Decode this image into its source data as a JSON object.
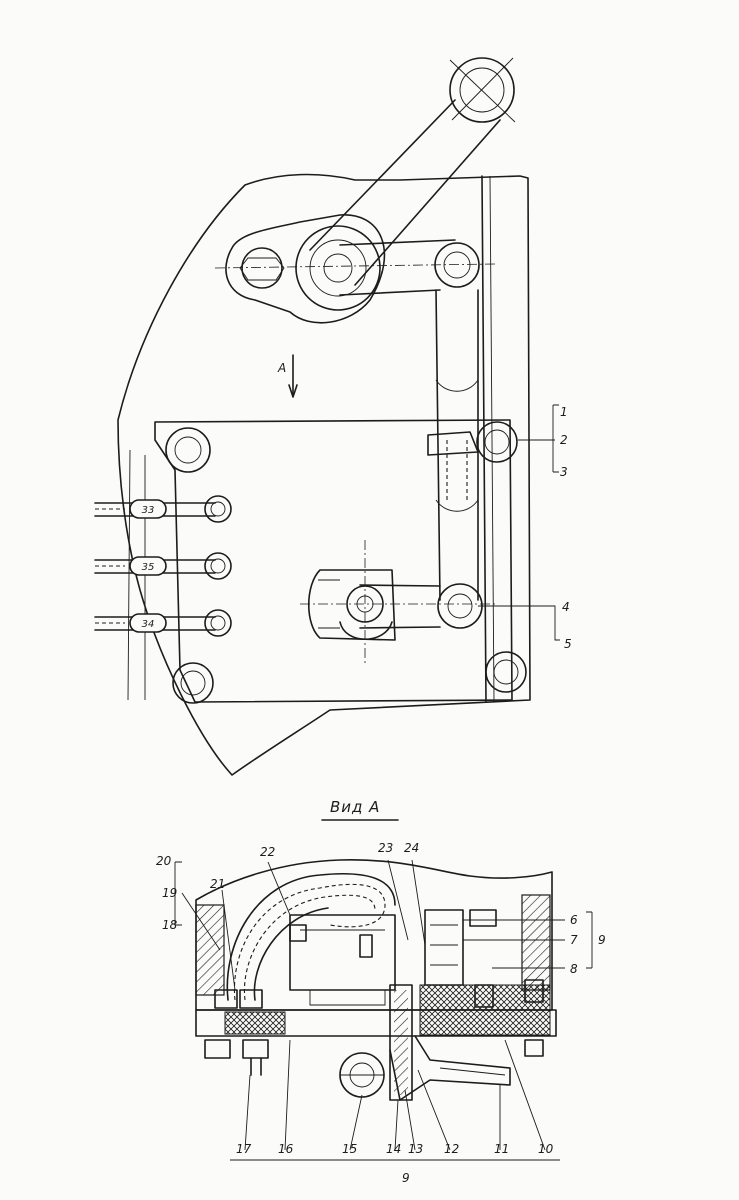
{
  "view_label": "A",
  "section_title": "Вид А",
  "wire_tags": [
    "33",
    "35",
    "34"
  ],
  "callouts_top": [
    "1",
    "2",
    "3",
    "4",
    "5"
  ],
  "callouts_bottom": {
    "left_bracket": [
      "20",
      "19",
      "18",
      "21"
    ],
    "top": [
      "22",
      "23",
      "24"
    ],
    "right_bracket": [
      "6",
      "7",
      "8",
      "9"
    ],
    "bottom_row": [
      "17",
      "16",
      "15",
      "14",
      "13",
      "12",
      "11",
      "10"
    ],
    "bottom_group": "9"
  }
}
